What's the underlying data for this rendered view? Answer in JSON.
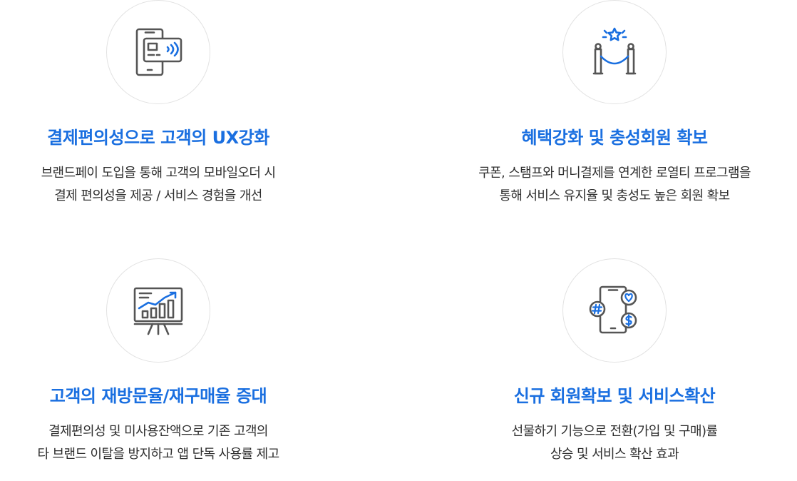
{
  "colors": {
    "accent": "#1a6fe0",
    "icon_stroke": "#555555",
    "text": "#2e2e2e",
    "circle_border": "#e2e2e2"
  },
  "features": [
    {
      "icon": "mobile-payment-icon",
      "title": "결제편의성으로 고객의 UX강화",
      "lines": [
        "브랜드페이 도입을 통해 고객의 모바일오더 시",
        "결제 편의성을 제공 / 서비스 경험을 개선"
      ]
    },
    {
      "icon": "vip-rope-star-icon",
      "title": "혜택강화 및 충성회원 확보",
      "lines": [
        "쿠폰, 스탬프와 머니결제를 연계한 로열티 프로그램을",
        "통해 서비스 유지율 및  충성도 높은 회원 확보"
      ]
    },
    {
      "icon": "growth-chart-board-icon",
      "title": "고객의 재방문율/재구매율 증대",
      "lines": [
        "결제편의성 및 미사용잔액으로 기존 고객의",
        "타 브랜드 이탈을 방지하고 앱 단독 사용률 제고"
      ]
    },
    {
      "icon": "mobile-social-money-icon",
      "title": "신규 회원확보 및 서비스확산",
      "lines": [
        "선물하기 기능으로 전환(가입 및 구매)률",
        "상승 및 서비스 확산 효과"
      ]
    }
  ]
}
